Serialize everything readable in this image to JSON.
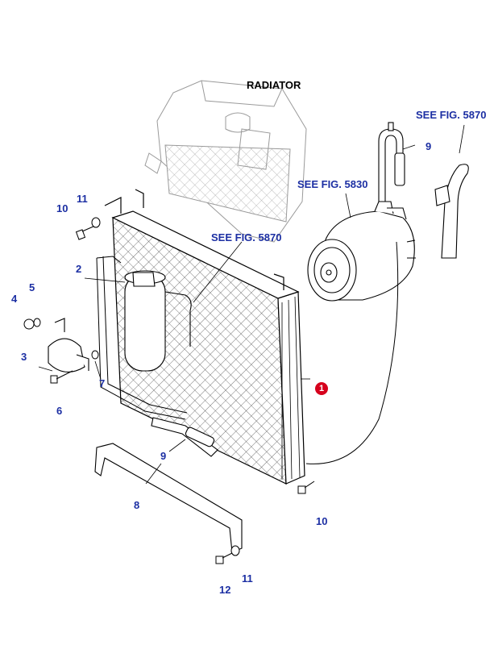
{
  "title": "RADIATOR",
  "refs": {
    "fig5870_top": "SEE FIG. 5870",
    "fig5830": "SEE FIG. 5830",
    "fig5870_mid": "SEE FIG. 5870"
  },
  "callout": "1",
  "parts": {
    "p2": "2",
    "p3": "3",
    "p4": "4",
    "p5": "5",
    "p6": "6",
    "p7": "7",
    "p8": "8",
    "p9_top": "9",
    "p9_low": "9",
    "p10_top": "10",
    "p10_low": "10",
    "p11_top": "11",
    "p11_low": "11",
    "p12": "12"
  },
  "colors": {
    "label": "#1c2fa3",
    "callout": "#d6001c",
    "line": "#000000",
    "ghost": "#9a9a9a"
  }
}
